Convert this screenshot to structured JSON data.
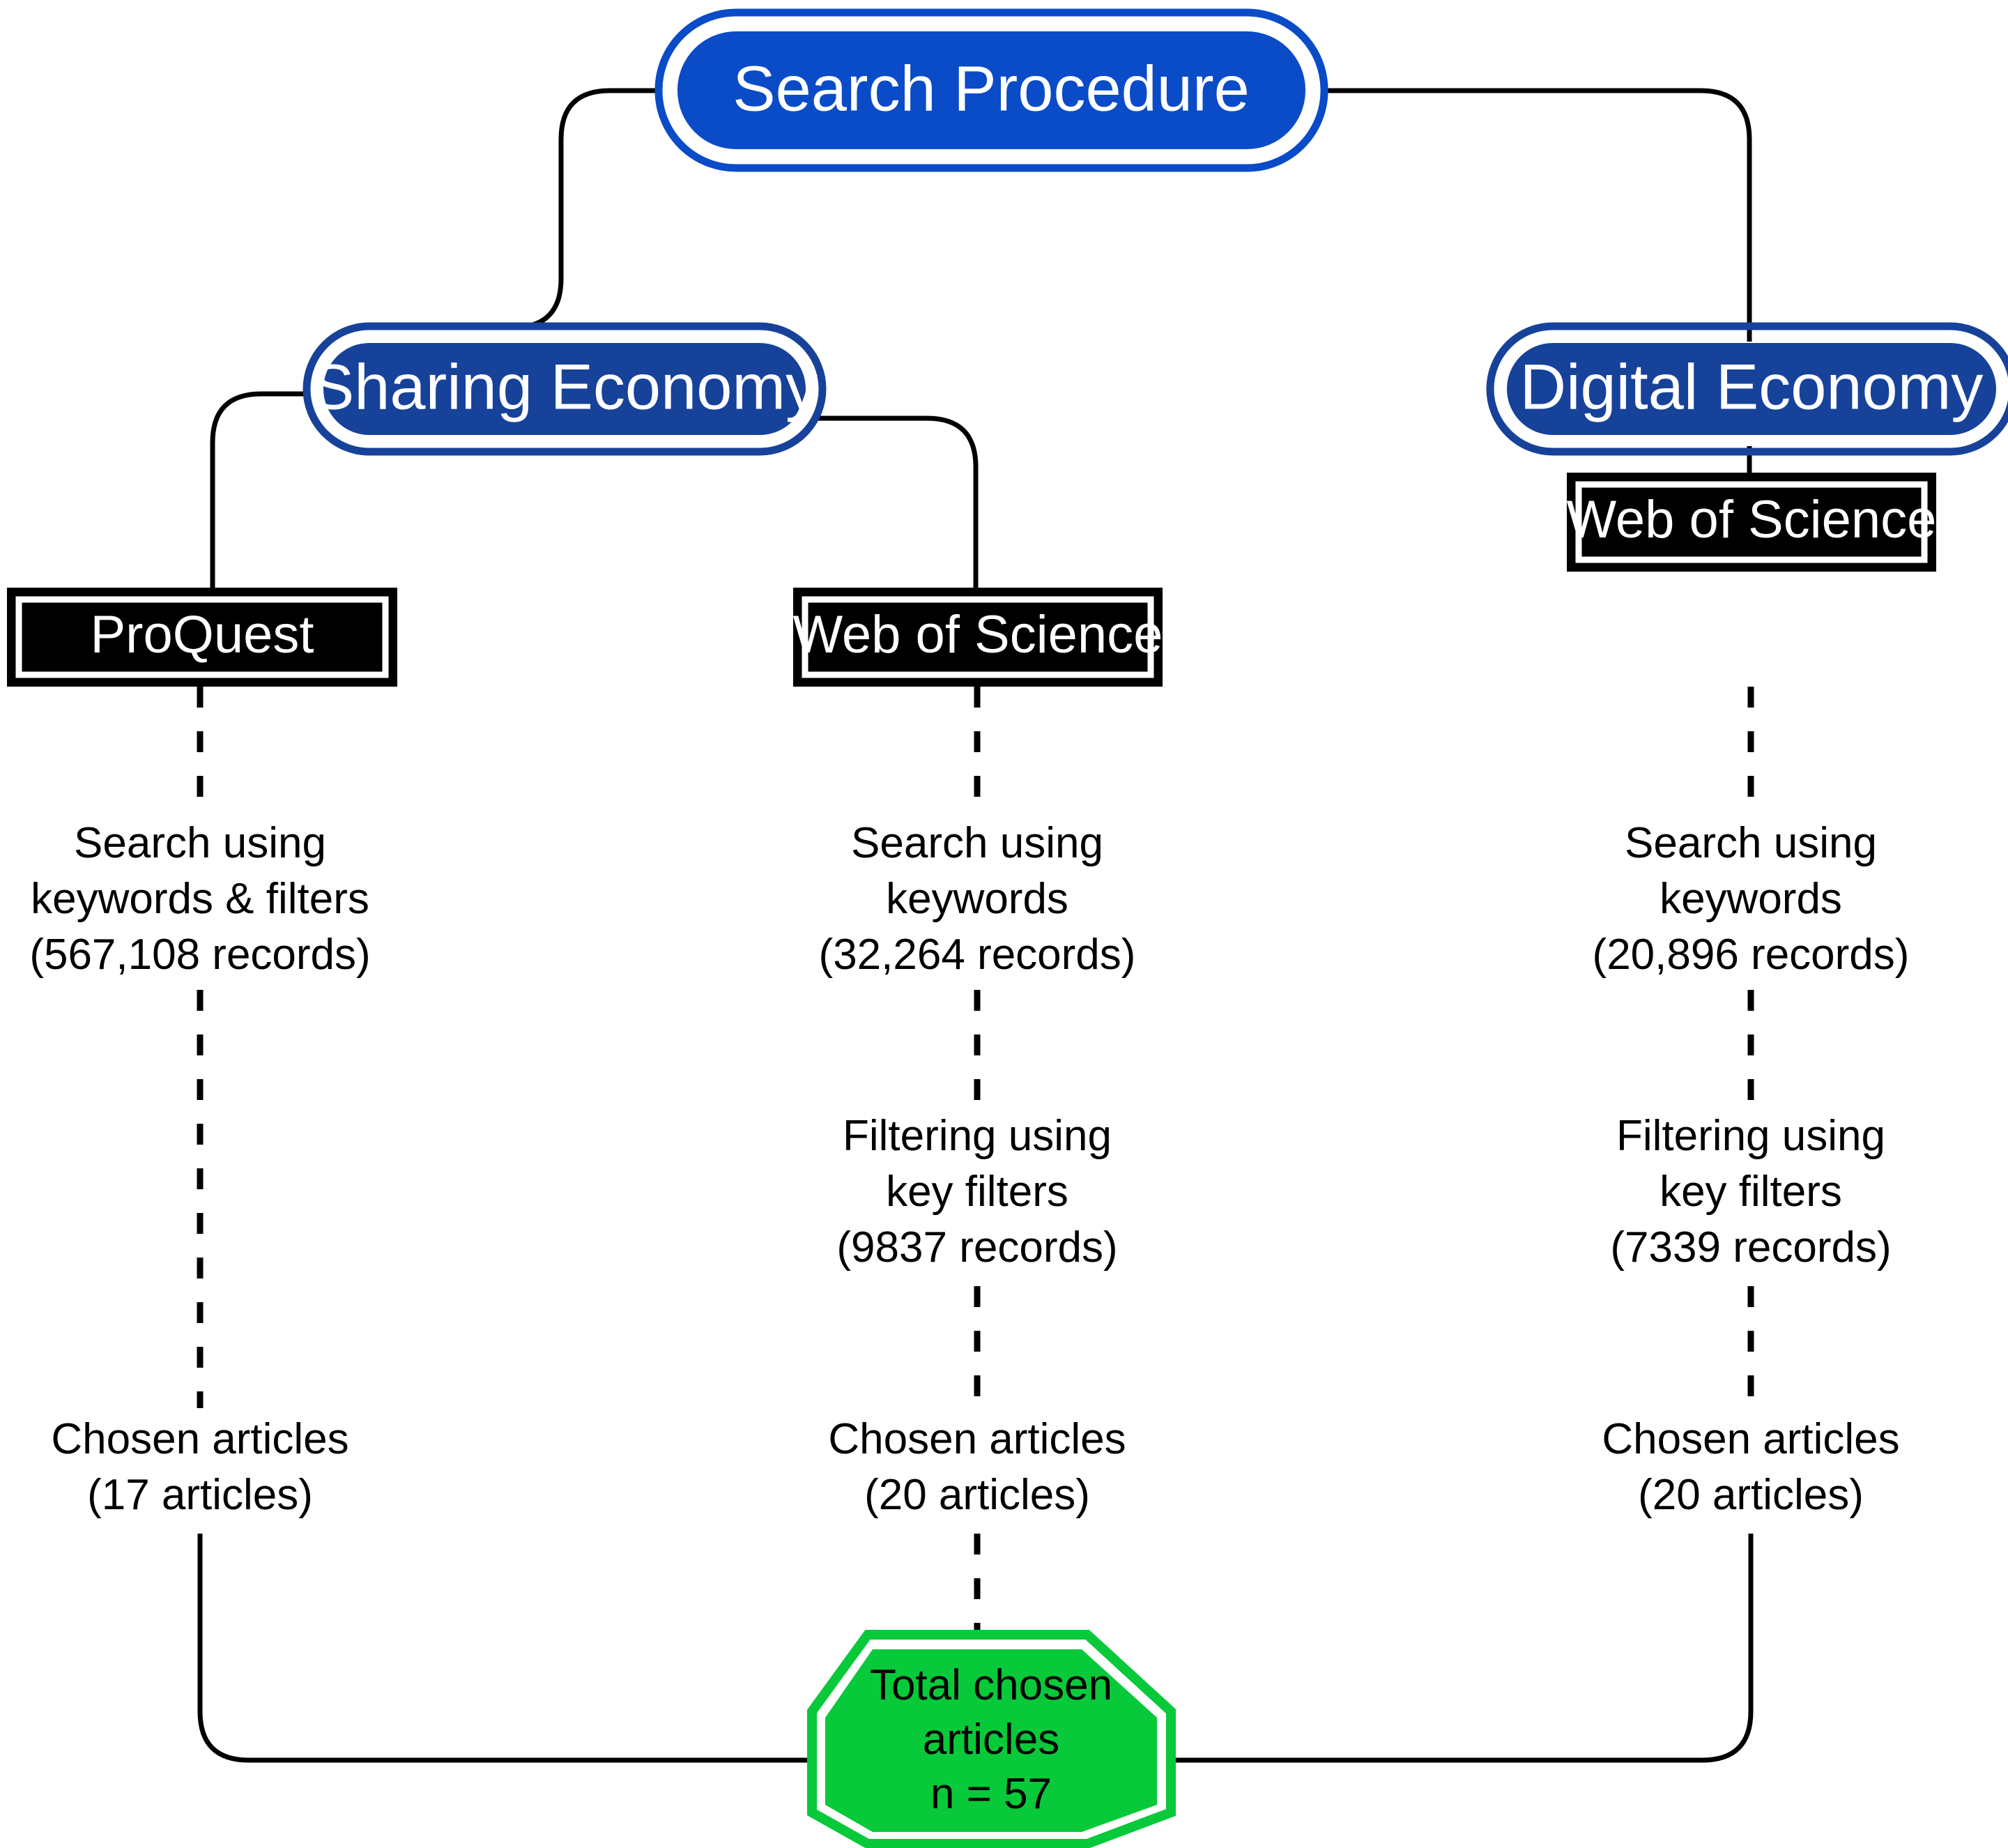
{
  "diagram": {
    "title": "Search Procedure",
    "root": {
      "label": "Search Procedure",
      "fill": "#0a4bc8",
      "border": "#0a4bc8",
      "text_color": "#ffffff"
    },
    "branches": [
      {
        "label": "Sharing Economy",
        "fill": "#17429a",
        "border": "#17429a",
        "text_color": "#ffffff"
      },
      {
        "label": "Digital Economy",
        "fill": "#17429a",
        "border": "#17429a",
        "text_color": "#ffffff"
      }
    ],
    "databases": [
      {
        "name": "ProQuest",
        "fill": "#000000",
        "text_color": "#ffffff"
      },
      {
        "name": "Web of Science",
        "fill": "#000000",
        "text_color": "#ffffff"
      },
      {
        "name": "Web of Science",
        "fill": "#000000",
        "text_color": "#ffffff"
      }
    ],
    "columns": [
      {
        "id": "proquest",
        "database": "ProQuest",
        "parent": "Sharing Economy",
        "steps": [
          {
            "lines": [
              "Search using",
              "keywords & filters",
              "(567,108 records)"
            ],
            "count": 567108,
            "count_label": "567,108 records"
          },
          {
            "lines": [
              "Chosen articles",
              "(17 articles)"
            ],
            "count": 17,
            "count_label": "17 articles"
          }
        ]
      },
      {
        "id": "wos-sharing",
        "database": "Web of Science",
        "parent": "Sharing Economy",
        "steps": [
          {
            "lines": [
              "Search using",
              "keywords",
              "(32,264 records)"
            ],
            "count": 32264,
            "count_label": "32,264 records"
          },
          {
            "lines": [
              "Filtering using",
              "key filters",
              "(9837 records)"
            ],
            "count": 9837,
            "count_label": "9837 records"
          },
          {
            "lines": [
              "Chosen articles",
              "(20 articles)"
            ],
            "count": 20,
            "count_label": "20 articles"
          }
        ]
      },
      {
        "id": "wos-digital",
        "database": "Web of Science",
        "parent": "Digital Economy",
        "steps": [
          {
            "lines": [
              "Search using",
              "keywords",
              "(20,896 records)"
            ],
            "count": 20896,
            "count_label": "20,896 records"
          },
          {
            "lines": [
              "Filtering using",
              "key filters",
              "(7339 records)"
            ],
            "count": 7339,
            "count_label": "7339 records"
          },
          {
            "lines": [
              "Chosen articles",
              "(20 articles)"
            ],
            "count": 20,
            "count_label": "20 articles"
          }
        ]
      }
    ],
    "total": {
      "line1": "Total chosen",
      "line2": "articles",
      "line3": "n = 57",
      "value": 57,
      "fill": "#08c939",
      "border": "#08c939",
      "text_color": "#000000"
    },
    "colors": {
      "bright_blue": "#0a4bc8",
      "navy_blue": "#17429a",
      "black": "#000000",
      "green": "#08c939",
      "white": "#ffffff",
      "line": "#000000"
    }
  },
  "labels": {
    "root_title": "Search Procedure",
    "branch_left": "Sharing Economy",
    "branch_right": "Digital Economy",
    "db_proquest": "ProQuest",
    "db_wos_mid": "Web of Science",
    "db_wos_right": "Web of Science",
    "c1_s1_l1": "Search using",
    "c1_s1_l2": "keywords & filters",
    "c1_s1_l3": "(567,108 records)",
    "c1_s2_l1": "Chosen articles",
    "c1_s2_l2": "(17 articles)",
    "c2_s1_l1": "Search using",
    "c2_s1_l2": "keywords",
    "c2_s1_l3": "(32,264 records)",
    "c2_s2_l1": "Filtering using",
    "c2_s2_l2": "key filters",
    "c2_s2_l3": "(9837 records)",
    "c2_s3_l1": "Chosen articles",
    "c2_s3_l2": "(20 articles)",
    "c3_s1_l1": "Search using",
    "c3_s1_l2": "keywords",
    "c3_s1_l3": "(20,896 records)",
    "c3_s2_l1": "Filtering using",
    "c3_s2_l2": "key filters",
    "c3_s2_l3": "(7339 records)",
    "c3_s3_l1": "Chosen articles",
    "c3_s3_l2": "(20 articles)",
    "total_l1": "Total chosen",
    "total_l2": "articles",
    "total_l3": "n = 57"
  }
}
